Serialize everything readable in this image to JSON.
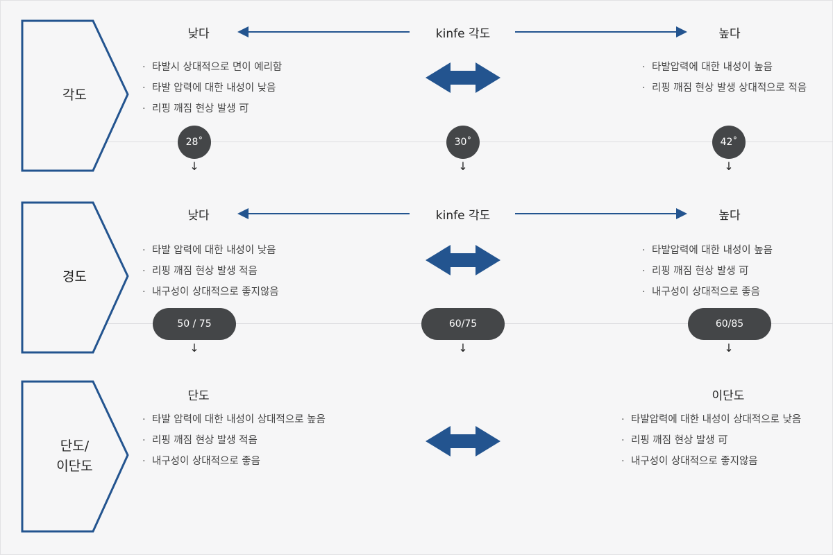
{
  "sections": [
    {
      "label": "각도",
      "low": "낮다",
      "center": "kinfe 각도",
      "high": "높다",
      "left_bullets": [
        "타발시 상대적으로 면이 예리함",
        "타발 압력에 대한 내성이 낮음",
        "리핑 깨짐 현상 발생 可"
      ],
      "right_bullets": [
        "타발압력에 대한 내성이 높음",
        "리핑 깨짐 현상 발생 상대적으로 적음"
      ],
      "badges": [
        "28˚",
        "30˚",
        "42˚"
      ],
      "down_arrow": "↓"
    },
    {
      "label": "경도",
      "low": "낮다",
      "center": "kinfe 각도",
      "high": "높다",
      "left_bullets": [
        "타발 압력에 대한 내성이 낮음",
        "리핑 깨짐 현상 발생 적음",
        "내구성이 상대적으로 좋지않음"
      ],
      "right_bullets": [
        "타발압력에 대한 내성이 높음",
        "리핑 깨짐 현상 발생 可",
        "내구성이 상대적으로 좋음"
      ],
      "badges": [
        "50 / 75",
        "60/75",
        "60/85"
      ],
      "down_arrow": "↓"
    },
    {
      "label": "단도/\n이단도",
      "low": "단도",
      "high": "이단도",
      "left_bullets": [
        "타발 압력에 대한 내성이 상대적으로 높음",
        "리핑 깨짐 현상 발생 적음",
        "내구성이 상대적으로 좋음"
      ],
      "right_bullets": [
        "타발압력에 대한 내성이 상대적으로 낮음",
        "리핑 깨짐 현상 발생 可",
        "내구성이 상대적으로 좋지않음"
      ]
    }
  ],
  "colors": {
    "accent": "#23548f",
    "badge": "#444648",
    "divider": "#dcdcdf"
  }
}
